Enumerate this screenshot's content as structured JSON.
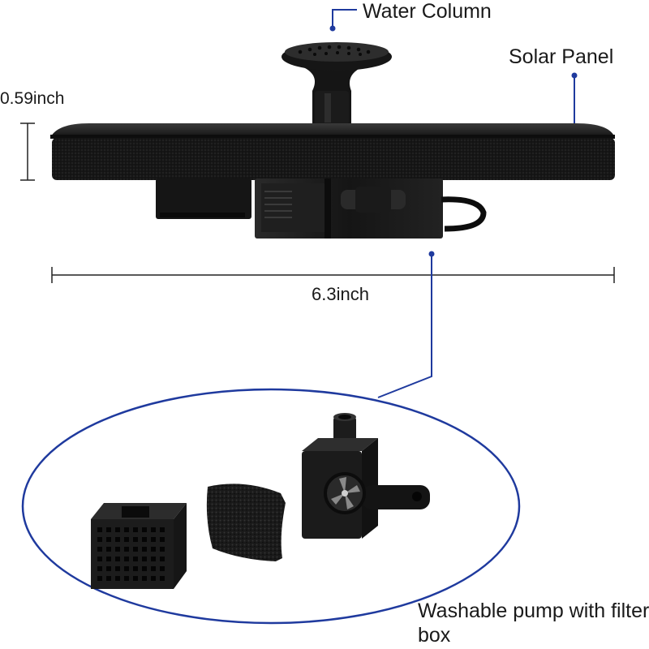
{
  "labels": {
    "water_column": "Water Column",
    "solar_panel": "Solar Panel",
    "height": "0.59inch",
    "width": "6.3inch",
    "pump": "Washable pump with filter box"
  },
  "colors": {
    "callout": "#1f3a9e",
    "product": "#141414",
    "product_highlight": "#3a3a3a",
    "dimension_line": "#222222"
  },
  "icons": {
    "fountain": "solar-fountain-illustration",
    "filter_cage": "filter-cage-illustration",
    "sponge": "sponge-filter-illustration",
    "pump": "water-pump-illustration"
  }
}
